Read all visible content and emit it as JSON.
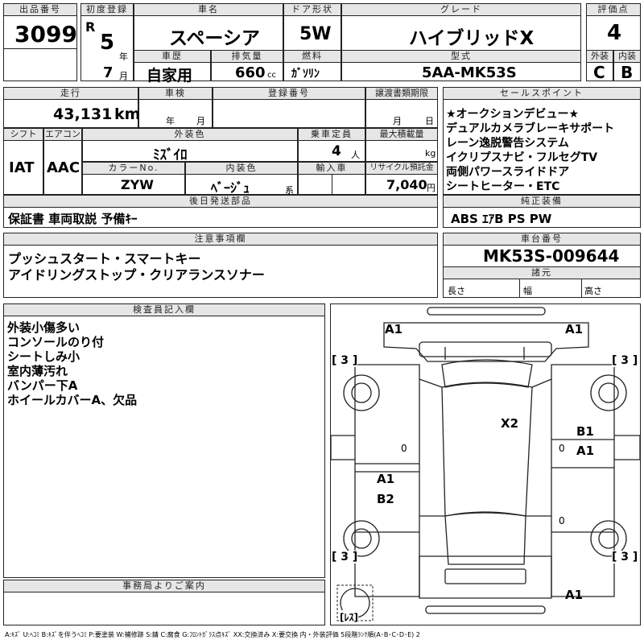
{
  "header": {
    "lot_label": "出品番号",
    "lot_value": "3099",
    "first_reg_label": "初度登録",
    "era": "R",
    "year_value": "5",
    "year_unit": "年",
    "month_value": "7",
    "month_unit": "月",
    "car_name_label": "車名",
    "car_name": "スペーシア",
    "door_label": "ドア形状",
    "door_value": "5W",
    "grade_label": "グレード",
    "grade_value": "ハイブリッドX",
    "score_label": "評価点",
    "score_value": "4",
    "history_label": "車歴",
    "history_value": "自家用",
    "displacement_label": "排気量",
    "displacement_value": "660",
    "displacement_unit": "cc",
    "fuel_label": "燃料",
    "fuel_value": "ｶﾞｿﾘﾝ",
    "model_label": "型式",
    "model_value": "5AA-MK53S",
    "ext_label": "外装",
    "ext_value": "C",
    "int_label": "内装",
    "int_value": "B"
  },
  "row2": {
    "mileage_label": "走行",
    "mileage_value": "43,131",
    "mileage_unit": "km",
    "inspection_label": "車検",
    "insp_year_unit": "年",
    "insp_month_unit": "月",
    "plate_label": "登録番号",
    "deadline_label": "譲渡書類期限",
    "deadline_month_unit": "月",
    "deadline_day_unit": "日",
    "shift_label": "シフト",
    "shift_value": "IAT",
    "ac_label": "エアコン",
    "ac_value": "AAC",
    "color_label": "外装色",
    "color_value": "ﾐｽﾞｲﾛ",
    "seats_label": "乗車定員",
    "seats_value": "4",
    "seats_unit": "人",
    "load_label": "最大積載量",
    "load_unit": "kg",
    "color_no_label": "カラーNo.",
    "color_no_value": "ZYW",
    "interior_label": "内装色",
    "interior_value": "ﾍﾞｰｼﾞｭ",
    "interior_unit": "系",
    "import_label": "輸入車",
    "recycle_label": "リサイクル預託金",
    "recycle_value": "7,040",
    "recycle_unit": "円",
    "later_label": "後日発送部品",
    "later_value": "保証書 車両取説 予備ｷｰ"
  },
  "sales_points": {
    "label": "セールスポイント",
    "items": [
      "★オークションデビュー★",
      "デュアルカメラブレーキサポート",
      "レーン逸脱警告システム",
      "イクリプスナビ・フルセグTV",
      "両側パワースライドドア",
      "シートヒーター・ETC"
    ]
  },
  "equipment": {
    "label": "純正装備",
    "value": "ABS ｴｱB PS PW"
  },
  "notes": {
    "label": "注意事項欄",
    "lines": [
      "プッシュスタート・スマートキー",
      "アイドリングストップ・クリアランスソナー"
    ]
  },
  "chassis": {
    "label": "車台番号",
    "value": "MK53S-009644"
  },
  "specs": {
    "label": "諸元",
    "length_label": "長さ",
    "width_label": "幅",
    "height_label": "高さ"
  },
  "inspector": {
    "label": "検査員記入欄",
    "lines": [
      "外装小傷多い",
      "コンソールのり付",
      "シートしみ小",
      "室内薄汚れ",
      "バンパー下A",
      "ホイールカバーA、欠品"
    ]
  },
  "office": {
    "label": "事務局よりご案内"
  },
  "diagram": {
    "marks": {
      "front_left": "A1",
      "front_right": "A1",
      "roof": "X2",
      "right_door_top": "B1",
      "right_door_bottom": "A1",
      "left_rear_top": "A1",
      "left_rear_bottom": "B2",
      "rear_bumper": "A1",
      "tire_fl": "[ 3 ]",
      "tire_fr": "[ 3 ]",
      "tire_rl": "[ 3 ]",
      "tire_rr": "[ 3 ]",
      "spare": "[ﾚｽ]",
      "zero_left": "0",
      "zero_right": "0",
      "zero_rear": "0"
    }
  },
  "legend": {
    "text": "A:ｷｽﾞ U:ﾍｺﾐ B:ｷｽﾞを伴うﾍｺﾐ P:要塗装 W:補修跡 S:錆 C:腐食 G:ﾌﾛﾝﾄｶﾞﾗｽ点ｷｽﾞ XX:交換済み X:要交換 内・外装評価 5段階ﾗﾝｸ順(A･B･C･D･E) 2"
  }
}
